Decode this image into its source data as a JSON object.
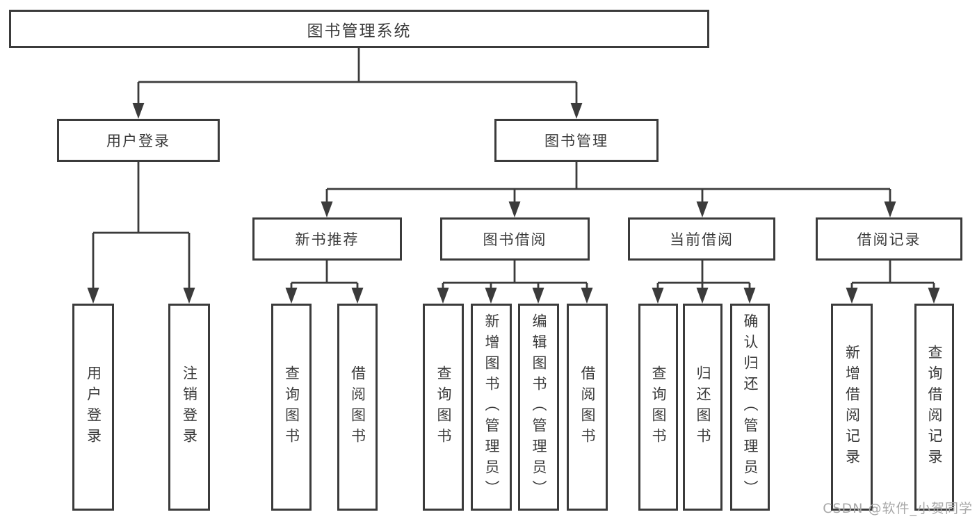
{
  "diagram": {
    "type": "hierarchy-tree",
    "colors": {
      "line": "#3b3b3b",
      "box_border": "#3b3b3b",
      "text": "#3a3a3a",
      "watermark_text": "#a8a8a8",
      "background": "#ffffff"
    },
    "tree": {
      "label": "图书管理系统",
      "children": [
        {
          "label": "用户登录",
          "children": [
            {
              "label": "用户登录"
            },
            {
              "label": "注销登录"
            }
          ]
        },
        {
          "label": "图书管理",
          "children": [
            {
              "label": "新书推荐",
              "children": [
                {
                  "label": "查询图书"
                },
                {
                  "label": "借阅图书"
                }
              ]
            },
            {
              "label": "图书借阅",
              "children": [
                {
                  "label": "查询图书"
                },
                {
                  "label": "新增图书（管理员）"
                },
                {
                  "label": "编辑图书（管理员）"
                },
                {
                  "label": "借阅图书"
                }
              ]
            },
            {
              "label": "当前借阅",
              "children": [
                {
                  "label": "查询图书"
                },
                {
                  "label": "归还图书"
                },
                {
                  "label": "确认归还（管理员）"
                }
              ]
            },
            {
              "label": "借阅记录",
              "children": [
                {
                  "label": "新增借阅记录"
                },
                {
                  "label": "查询借阅记录"
                }
              ]
            }
          ]
        }
      ]
    },
    "watermark": "CSDN @软件_小贺同学"
  }
}
